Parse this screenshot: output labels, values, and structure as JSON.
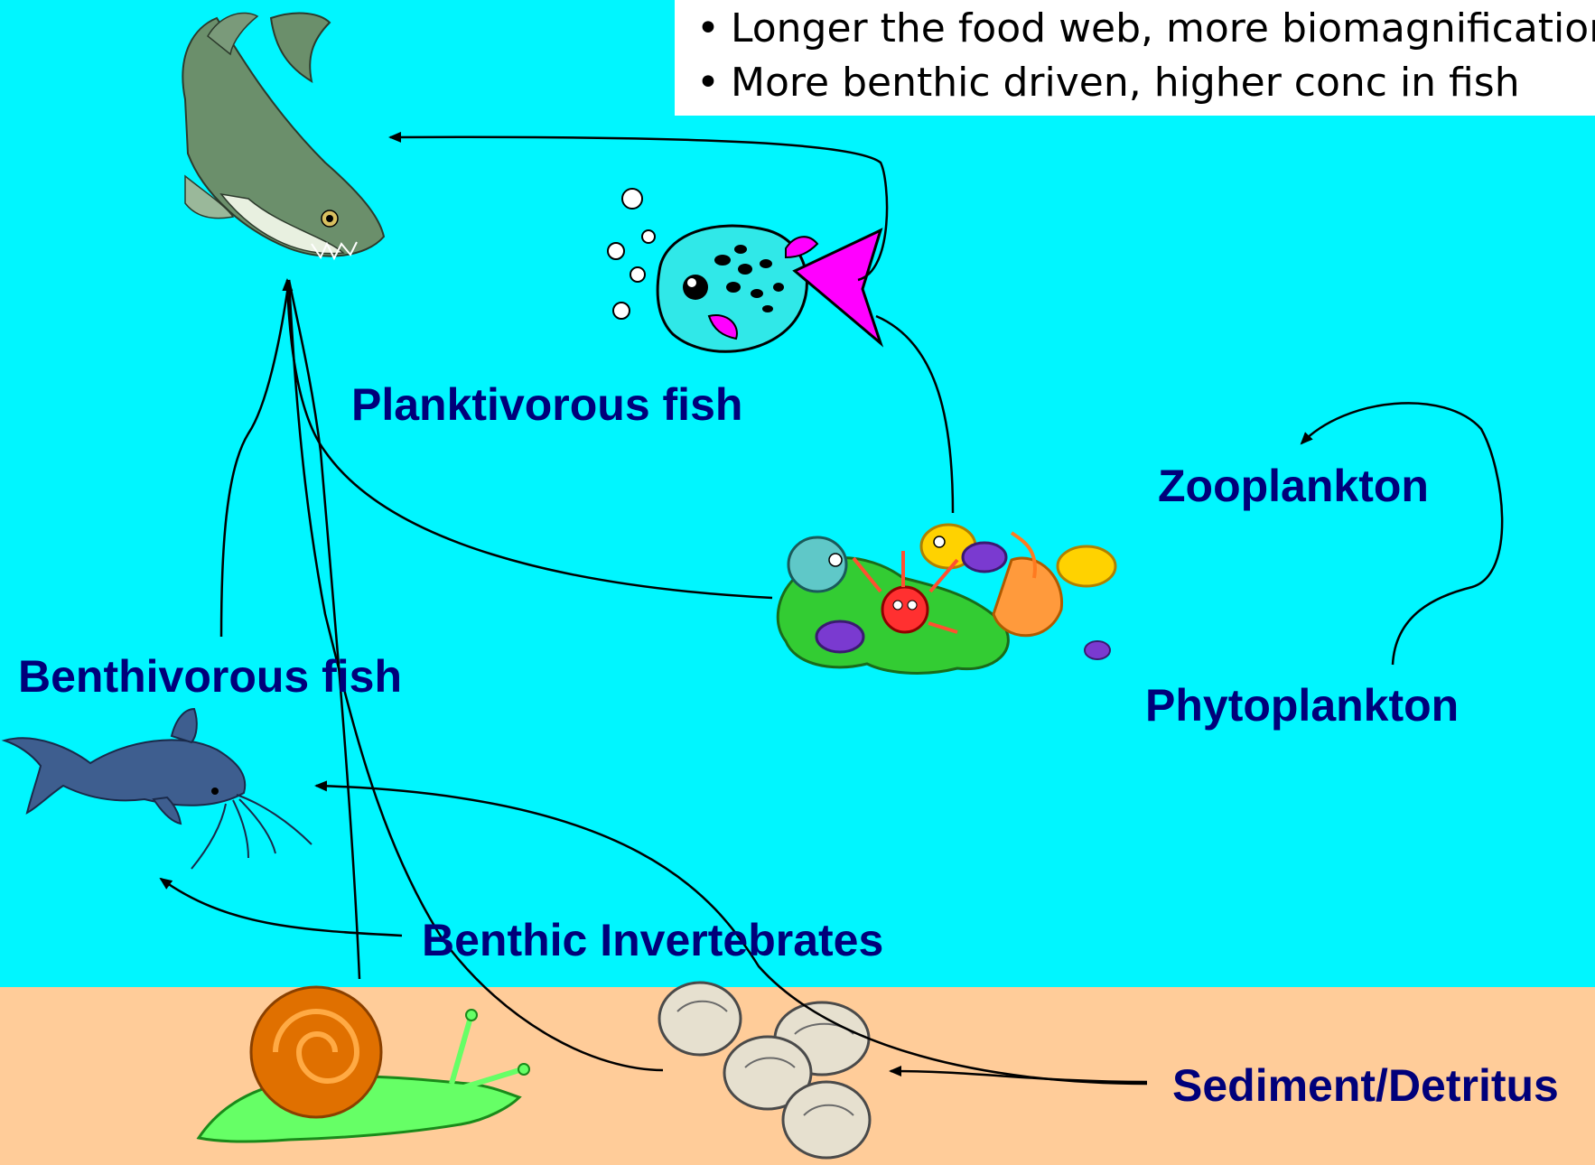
{
  "notes": [
    "Longer the food web, more biomagnification",
    "More benthic driven, higher conc in fish"
  ],
  "labels": {
    "planktivorous_fish": "Planktivorous fish",
    "zooplankton": "Zooplankton",
    "phytoplankton": "Phytoplankton",
    "benthivorous_fish": "Benthivorous fish",
    "benthic_invertebrates": "Benthic Invertebrates",
    "sediment_detritus": "Sediment/Detritus"
  },
  "colors": {
    "water": "#00f6ff",
    "sediment": "#ffcc99",
    "label_text": "#00007a",
    "arrows": "#000000"
  },
  "icons": [
    "predator-fish-icon",
    "pufferfish-icon",
    "plankton-cluster-icon",
    "catfish-icon",
    "snail-icon",
    "clams-icon"
  ]
}
